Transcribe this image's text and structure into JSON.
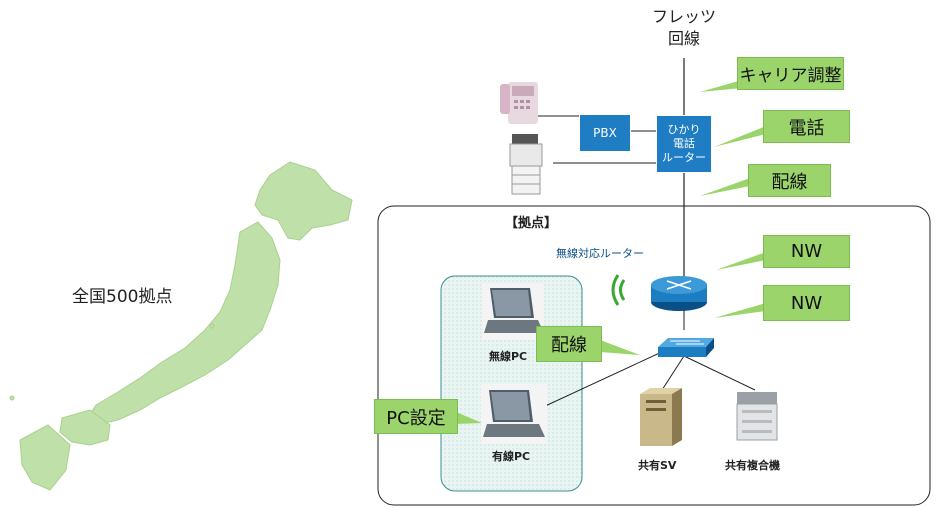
{
  "map": {
    "caption": "全国500拠点"
  },
  "line": {
    "name_line1": "フレッツ",
    "name_line2": "回線"
  },
  "callouts": {
    "carrier": "キャリア調整",
    "phone": "電話",
    "wiring_top": "配線",
    "nw1": "NW",
    "nw2": "NW",
    "wiring_inner": "配線",
    "pc_setup": "PC設定"
  },
  "pbx": {
    "label": "PBX"
  },
  "router_box": {
    "line1": "ひかり",
    "line2": "電話",
    "line3": "ルーター"
  },
  "site": {
    "title": "【拠点】",
    "wireless_router_label": "無線対応ルーター",
    "wireless_pc_label": "無線PC",
    "wired_pc_label": "有線PC",
    "server_label": "共有SV",
    "mfp_label": "共有複合機"
  },
  "colors": {
    "callout_fill": "#9ad46a",
    "box_fill": "#1f7dc4",
    "pc_area_fill": "#e6f4f1",
    "map_fill": "#bfe0a8"
  }
}
